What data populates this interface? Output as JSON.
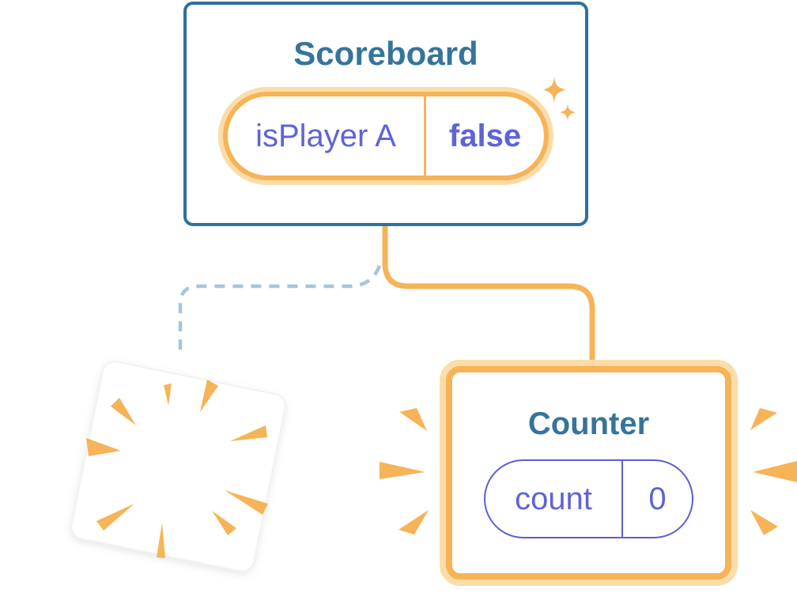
{
  "diagram": {
    "scoreboard": {
      "title": "Scoreboard",
      "state": {
        "name": "isPlayer A",
        "value": "false"
      }
    },
    "counter": {
      "title": "Counter",
      "state": {
        "name": "count",
        "value": "0"
      }
    }
  },
  "colors": {
    "background": "#FFFFFF",
    "card_border_blue": "#2E70A0",
    "title_blue": "#35749C",
    "accent_orange": "#F6B357",
    "accent_orange_light": "#FCDCA9",
    "state_text_indigo": "#5E63D7",
    "pill_border_indigo": "#5A5FD1",
    "dashed_line_blue": "#A7C4DB"
  },
  "icons": {
    "sparkles": "sparkles-icon",
    "poof": "poof-burst-icon",
    "bursts": "emphasis-burst-icon"
  },
  "connections": {
    "to_counter": "solid",
    "to_removed": "dashed"
  }
}
